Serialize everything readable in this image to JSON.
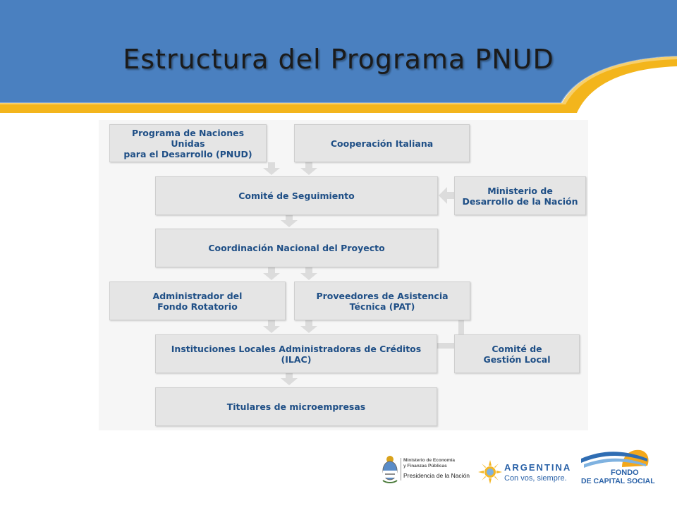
{
  "slide": {
    "title": "Estructura del Programa PNUD"
  },
  "diagram": {
    "nodes": {
      "pnud": "Programa de Naciones Unidas\npara el Desarrollo (PNUD)",
      "cooperacion": "Cooperación Italiana",
      "comite_seguimiento": "Comité de Seguimiento",
      "ministerio": "Ministerio de\nDesarrollo de la Nación",
      "coordinacion": "Coordinación Nacional del Proyecto",
      "administrador": "Administrador del\nFondo Rotatorio",
      "proveedores": "Proveedores de Asistencia\nTécnica (PAT)",
      "ilac": "Instituciones Locales Administradoras de Créditos (ILAC)",
      "comite_gestion": "Comité de\nGestión Local",
      "titulares": "Titulares de microempresas"
    }
  },
  "footer": {
    "ministerio_line1": "Ministerio de Economía",
    "ministerio_line2": "y Finanzas Públicas",
    "ministerio_line3": "Presidencia de la Nación",
    "argentina_name": "ARGENTINA",
    "argentina_slogan": "Con vos, siempre.",
    "fondo_line1": "FONDO",
    "fondo_line2": "DE CAPITAL SOCIAL"
  },
  "colors": {
    "header_blue": "#4a80c0",
    "accent_yellow": "#f3b51c",
    "box_text": "#1f4f86",
    "box_fill": "#e5e5e5",
    "connector": "#dcdcdc"
  }
}
